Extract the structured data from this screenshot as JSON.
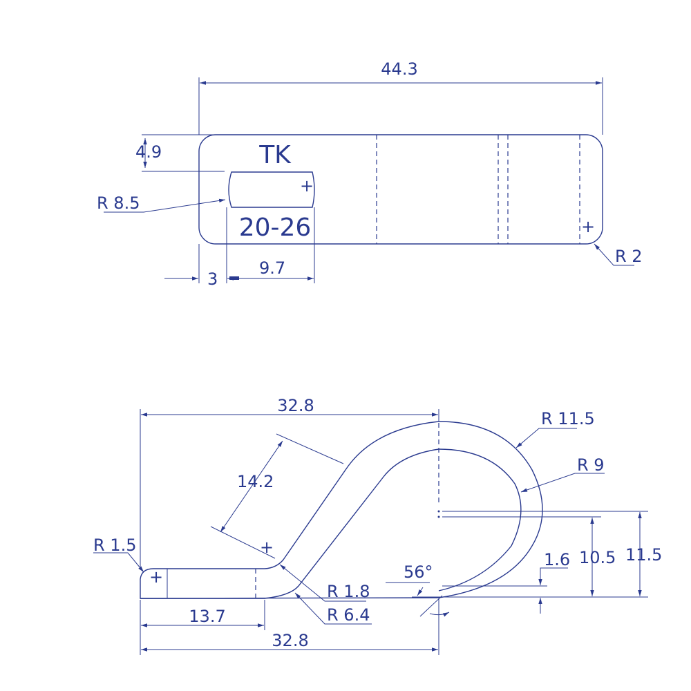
{
  "top_view": {
    "engraving_top": "TK",
    "engraving_bottom": "20-26",
    "dims": {
      "overall_length": "44.3",
      "slot_offset": "4.9",
      "slot_radius": "R 8.5",
      "corner_radius": "R 2",
      "edge_offset": "3",
      "slot_width": "9.7"
    }
  },
  "side_view": {
    "dims": {
      "overall_top": "32.8",
      "incline_length": "14.2",
      "tip_radius": "R 1.5",
      "outer_radius": "R 11.5",
      "inner_radius": "R 9",
      "bend_small": "R 1.8",
      "bend_large": "R 6.4",
      "angle": "56°",
      "thickness": "1.6",
      "height_inner": "10.5",
      "height_outer": "11.5",
      "flat_length": "13.7",
      "overall_bottom": "32.8"
    }
  }
}
